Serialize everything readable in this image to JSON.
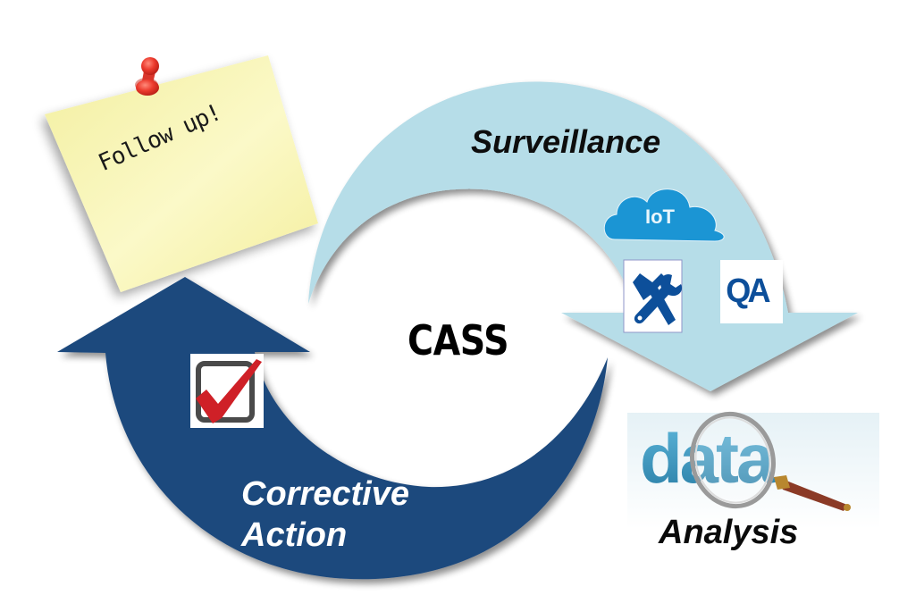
{
  "diagram": {
    "title": "CASS",
    "center_label": "CASS",
    "stages": [
      {
        "id": "surveillance",
        "label": "Surveillance",
        "color": "#b6dde8",
        "icons": [
          "cloud-iot-icon",
          "tools-icon",
          "qa-icon"
        ]
      },
      {
        "id": "analysis",
        "label": "Analysis",
        "icons": [
          "data-magnifier-icon"
        ]
      },
      {
        "id": "corrective_action",
        "label_line1": "Corrective",
        "label_line2": "Action",
        "color": "#1f497d",
        "icons": [
          "checkbox-checked-icon"
        ]
      },
      {
        "id": "follow_up",
        "label": "Follow up!",
        "icons": [
          "sticky-note-icon",
          "push-pin-icon"
        ]
      }
    ],
    "icon_text": {
      "iot": "IoT",
      "qa": "QA",
      "data_word": "data"
    },
    "colors": {
      "surveillance_arrow": "#b6dde8",
      "corrective_arrow": "#1f497d",
      "cloud": "#1b95d4",
      "icon_blue": "#0d4f9a",
      "note_yellow": "#f7f4a8",
      "pin_red": "#e8322b",
      "check_red": "#d11f24",
      "data_teal": "#3d9cc4"
    }
  }
}
